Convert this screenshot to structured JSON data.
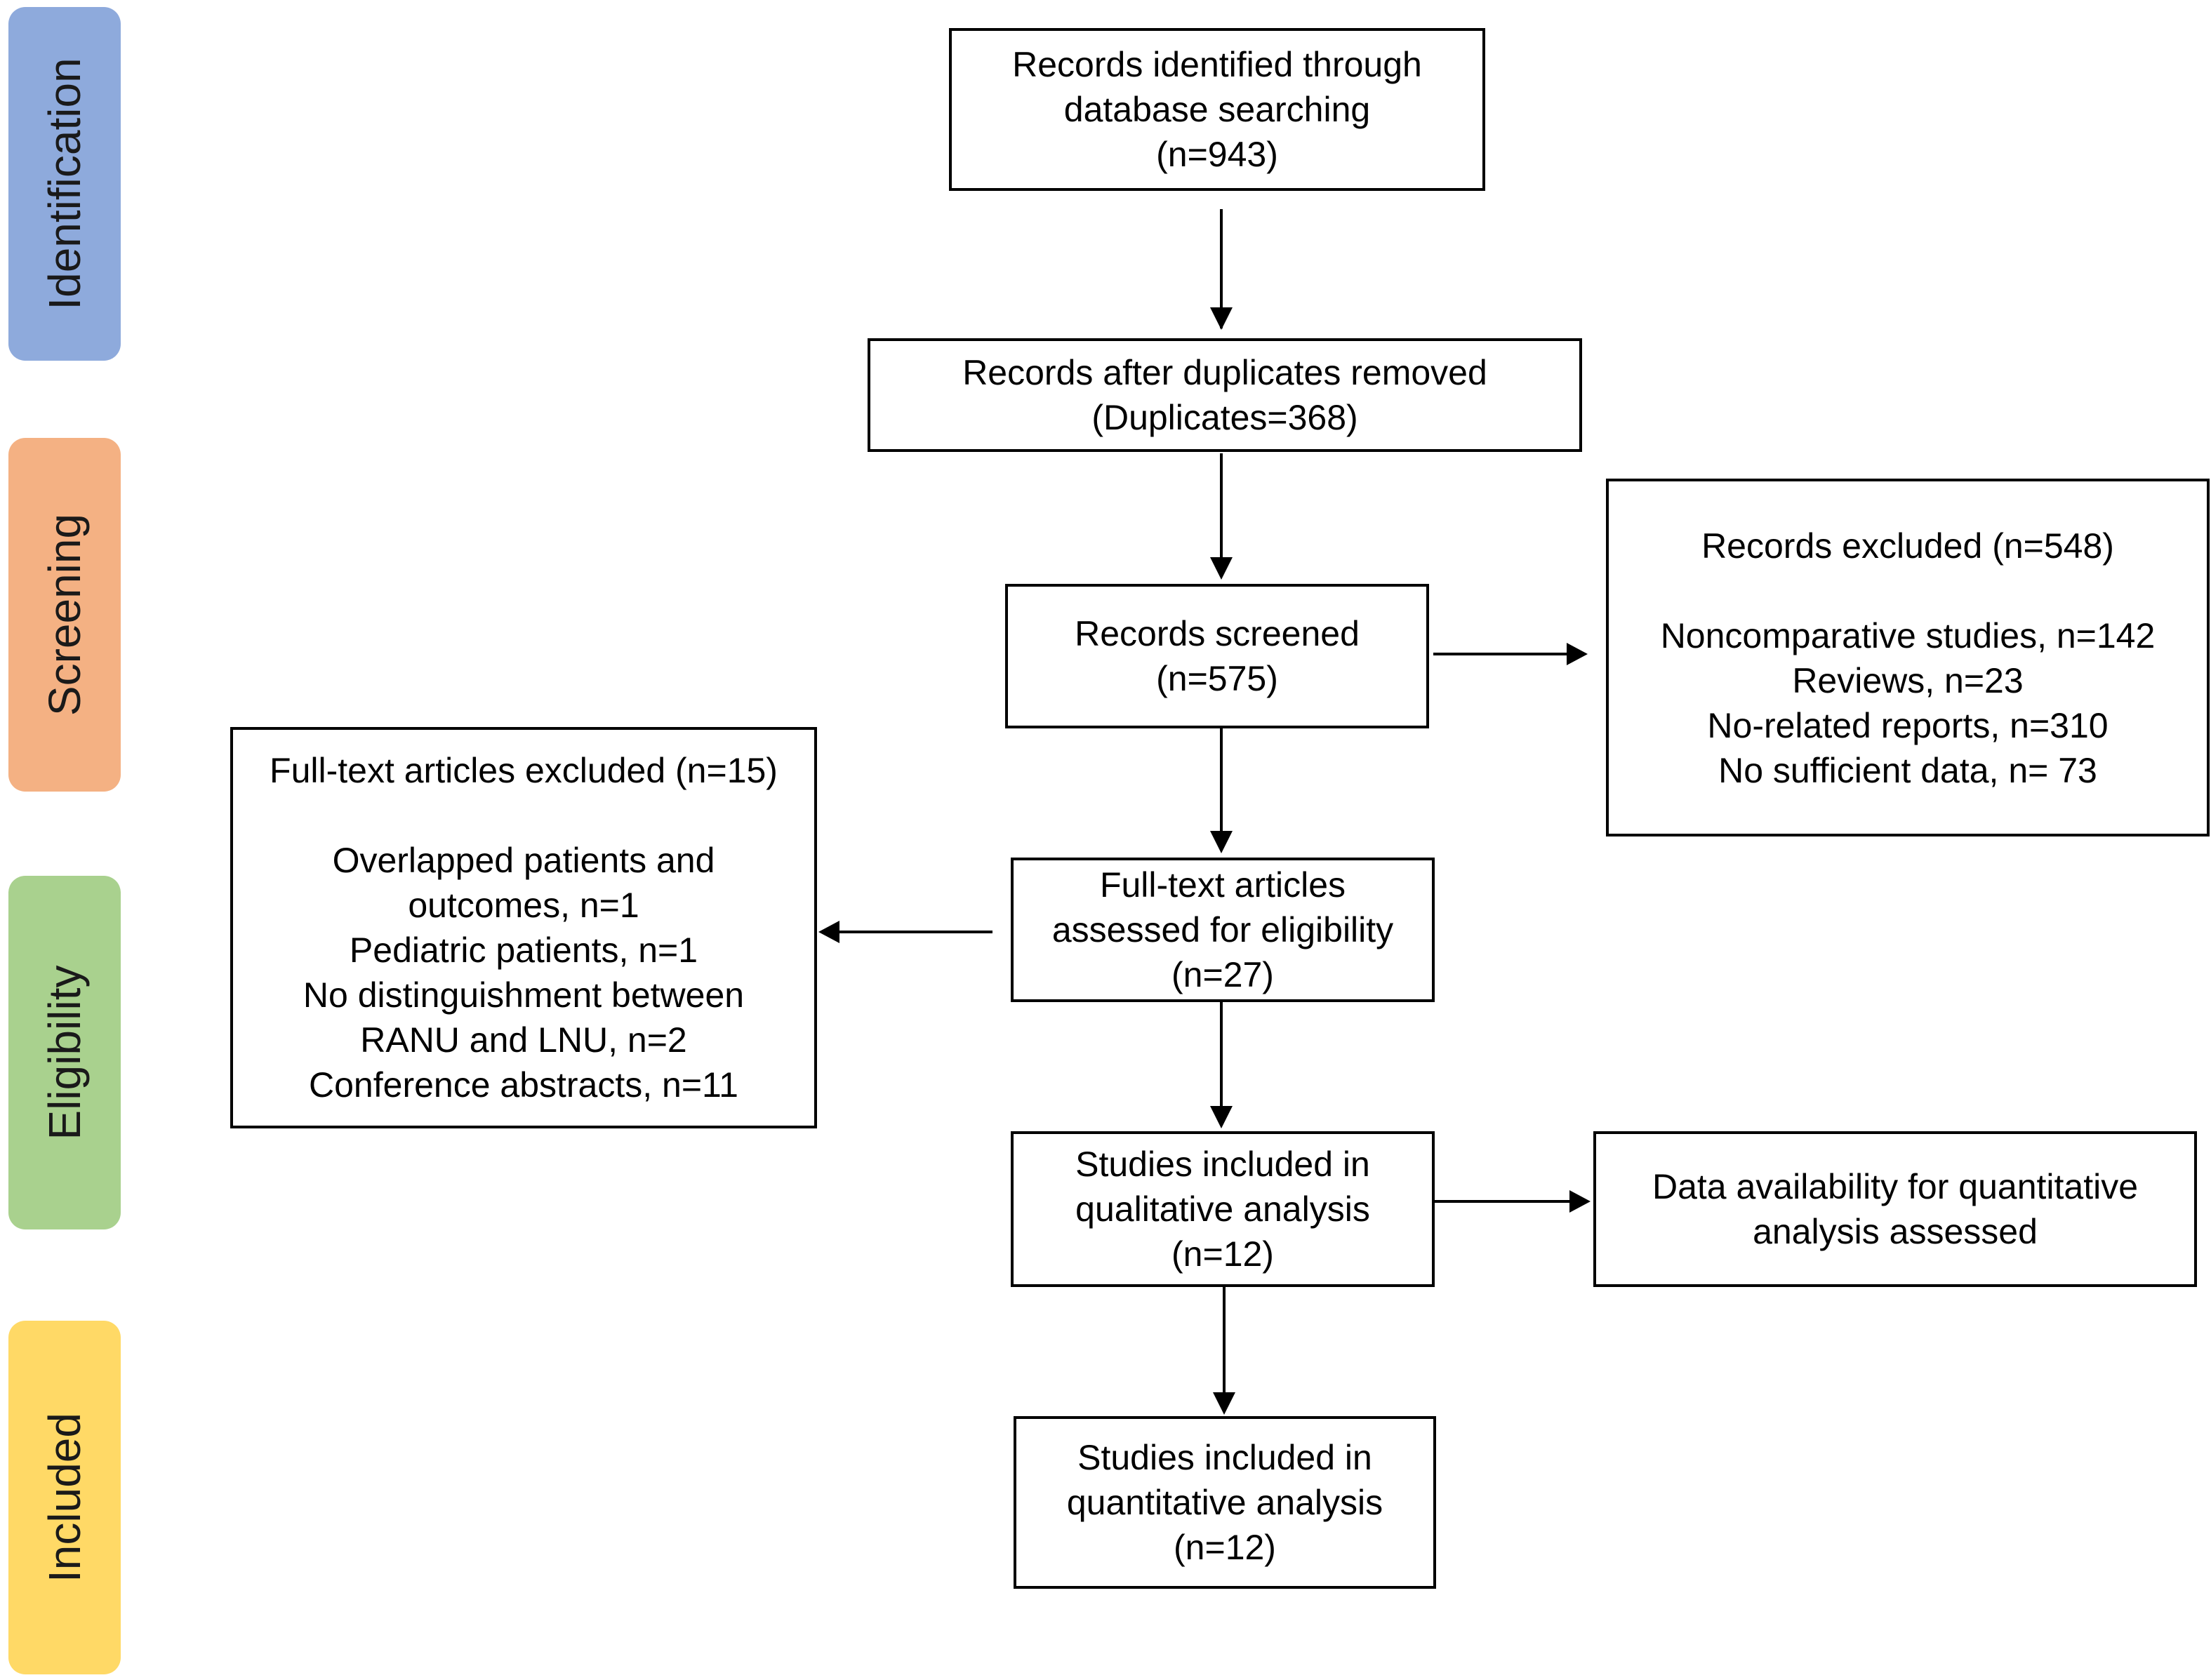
{
  "stages": [
    {
      "label": "Identification",
      "color": "#8eaadc"
    },
    {
      "label": "Screening",
      "color": "#f4b183"
    },
    {
      "label": "Eligibility",
      "color": "#a9d18e"
    },
    {
      "label": "Included",
      "color": "#ffd966"
    }
  ],
  "boxes": {
    "identified": {
      "line1": "Records identified through",
      "line2": "database searching",
      "count": "(n=943)"
    },
    "duplicates": {
      "line1": "Records after duplicates removed",
      "count": "(Duplicates=368)"
    },
    "screened": {
      "line1": "Records screened",
      "count": "(n=575)"
    },
    "records_excluded": {
      "title": "Records excluded (n=548)",
      "items": [
        "Noncomparative studies, n=142",
        "Reviews, n=23",
        "No-related reports, n=310",
        "No sufficient data, n= 73"
      ]
    },
    "fulltext": {
      "line1": "Full-text articles",
      "line2": "assessed for eligibility",
      "count": "(n=27)"
    },
    "fulltext_excluded": {
      "title": "Full-text articles excluded (n=15)",
      "items": [
        "Overlapped patients and",
        "outcomes, n=1",
        "Pediatric patients, n=1",
        "No distinguishment between",
        "RANU and LNU, n=2",
        "Conference abstracts, n=11"
      ]
    },
    "qualitative": {
      "line1": "Studies included in",
      "line2": "qualitative analysis",
      "count": "(n=12)"
    },
    "data_availability": {
      "line1": "Data availability for quantitative",
      "line2": "analysis assessed"
    },
    "quantitative": {
      "line1": "Studies included in",
      "line2": "quantitative analysis",
      "count": "(n=12)"
    }
  }
}
